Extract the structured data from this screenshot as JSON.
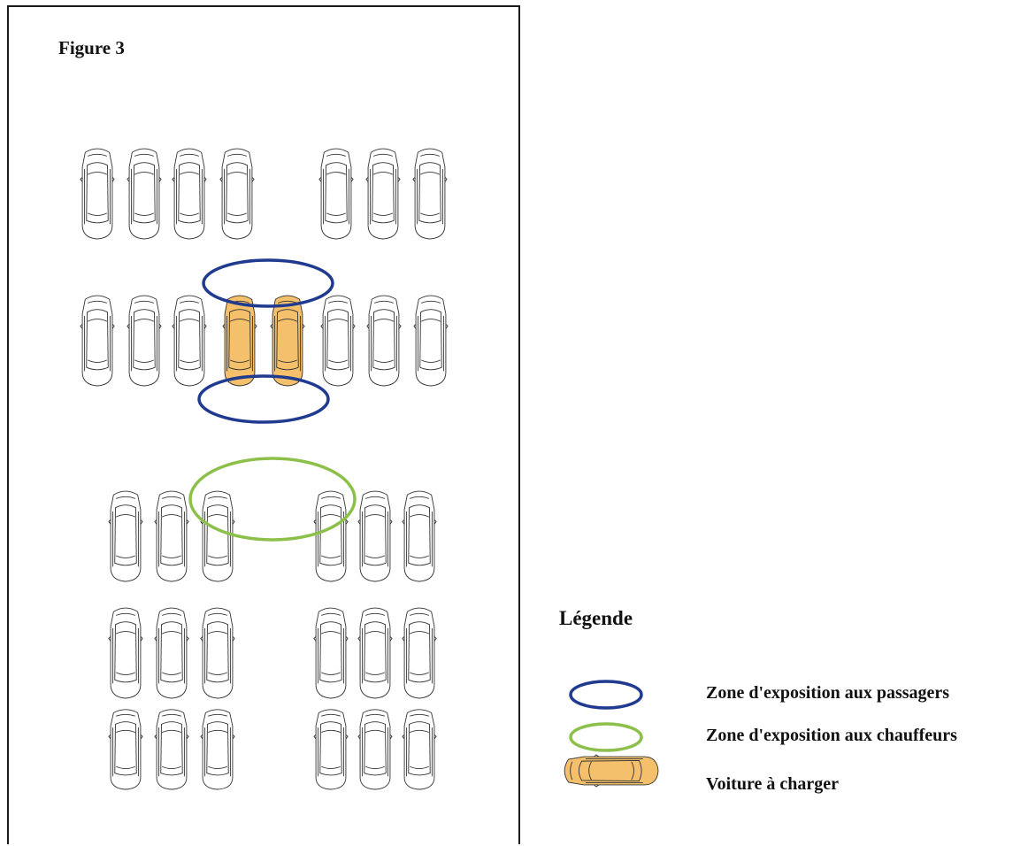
{
  "figure": {
    "title": "Figure 3"
  },
  "legend": {
    "title": "Légende",
    "items": [
      {
        "label": "Zone d'exposition aux passagers",
        "symbol": "ellipse",
        "color": "#1f3a8f"
      },
      {
        "label": "Zone d'exposition aux chauffeurs",
        "symbol": "ellipse",
        "color": "#8cc04b"
      },
      {
        "label": "Voiture à charger",
        "symbol": "car",
        "color": "#f4c06b"
      }
    ]
  },
  "colors": {
    "car_outline": "#333333",
    "car_fill": "#ffffff",
    "car_highlight_fill": "#f4c06b",
    "passenger_zone": "#1f3a8f",
    "driver_zone": "#8cc04b"
  }
}
